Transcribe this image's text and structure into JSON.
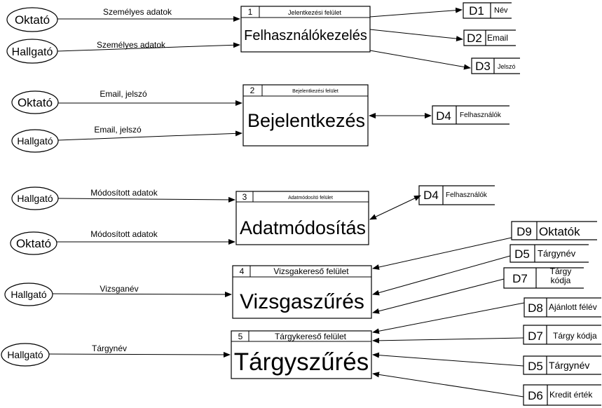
{
  "processes": [
    {
      "id": "1",
      "header": "Jelentkezési felület",
      "name": "Felhasználókezelés"
    },
    {
      "id": "2",
      "header": "Bejelentkezési felület",
      "name": "Bejelentkezés"
    },
    {
      "id": "3",
      "header": "Adatmódosító felület",
      "name": "Adatmódosítás"
    },
    {
      "id": "4",
      "header": "Vizsgakereső felület",
      "name": "Vizsgaszűrés"
    },
    {
      "id": "5",
      "header": "Tárgykereső felület",
      "name": "Tárgyszűrés"
    }
  ],
  "entities": [
    {
      "label": "Oktató"
    },
    {
      "label": "Hallgató"
    },
    {
      "label": "Oktató"
    },
    {
      "label": "Hallgató"
    },
    {
      "label": "Hallgató"
    },
    {
      "label": "Oktató"
    },
    {
      "label": "Hallgató"
    },
    {
      "label": "Hallgató"
    }
  ],
  "stores": [
    {
      "id": "D1",
      "name": "Név"
    },
    {
      "id": "D2",
      "name": "Email"
    },
    {
      "id": "D3",
      "name": "Jelszó"
    },
    {
      "id": "D4",
      "name": "Felhasználók"
    },
    {
      "id": "D4",
      "name": "Felhasználók"
    },
    {
      "id": "D9",
      "name": "Oktatók"
    },
    {
      "id": "D5",
      "name": "Tárgynév"
    },
    {
      "id": "D7",
      "name": "Tárgy kódja"
    },
    {
      "id": "D8",
      "name": "Ajánlott félév"
    },
    {
      "id": "D7",
      "name": "Tárgy kódja"
    },
    {
      "id": "D5",
      "name": "Tárgynév"
    },
    {
      "id": "D6",
      "name": "Kredit érték"
    }
  ],
  "flows": [
    {
      "label": "Személyes adatok"
    },
    {
      "label": "Személyes adatok"
    },
    {
      "label": "Email, jelszó"
    },
    {
      "label": "Email, jelszó"
    },
    {
      "label": "Módosított adatok"
    },
    {
      "label": "Módosított adatok"
    },
    {
      "label": "Vizsganév"
    },
    {
      "label": "Tárgynév"
    }
  ]
}
